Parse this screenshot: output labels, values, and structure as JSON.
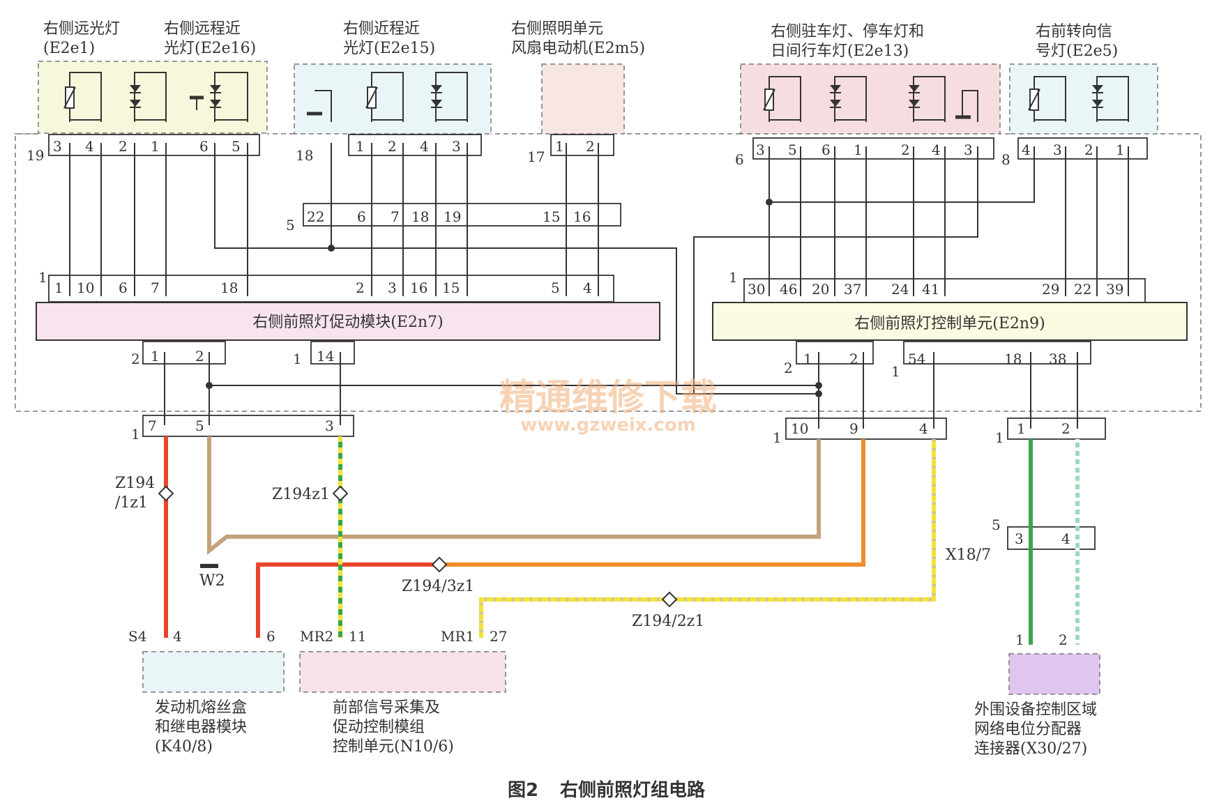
{
  "components": {
    "e2e1": {
      "name": "右侧远光灯",
      "code": "(E2e1)"
    },
    "e2e16": {
      "name": "右侧远程近",
      "code": "光灯(E2e16)"
    },
    "e2e15": {
      "name": "右侧近程近",
      "code": "光灯(E2e15)"
    },
    "e2m5": {
      "name": "右侧照明单元",
      "code": "风扇电动机(E2m5)"
    },
    "e2e13": {
      "name": "右侧驻车灯、停车灯和",
      "code": "日间行车灯(E2e13)"
    },
    "e2e5": {
      "name": "右前转向信",
      "code": "号灯(E2e5)"
    },
    "e2n7": {
      "name": "右侧前照灯促动模块(E2n7)"
    },
    "e2n9": {
      "name": "右侧前照灯控制单元(E2n9)"
    },
    "k40": {
      "line1": "发动机熔丝盒",
      "line2": "和继电器模块",
      "line3": "(K40/8)"
    },
    "n10": {
      "line1": "前部信号采集及",
      "line2": "促动控制模组",
      "line3": "控制单元(N10/6)"
    },
    "x30": {
      "line1": "外围设备控制区域",
      "line2": "网络电位分配器",
      "line3": "连接器(X30/27)"
    }
  },
  "connectors": {
    "c19": {
      "label": "19",
      "pins": [
        "3",
        "4",
        "2",
        "1",
        "6",
        "5"
      ]
    },
    "c18": {
      "label": "18",
      "pins": [
        "1",
        "2",
        "4",
        "3"
      ]
    },
    "c17": {
      "label": "17",
      "pins": [
        "1",
        "2"
      ]
    },
    "c6": {
      "label": "6",
      "pins": [
        "3",
        "5",
        "6",
        "1",
        "2",
        "4",
        "3"
      ]
    },
    "c8": {
      "label": "8",
      "pins": [
        "4",
        "3",
        "2",
        "1"
      ]
    },
    "c5": {
      "label": "5",
      "pins": [
        "22",
        "6",
        "7",
        "18",
        "19",
        "15",
        "16"
      ]
    },
    "e2n7_top": {
      "label": "1",
      "pins": [
        "1",
        "10",
        "6",
        "7",
        "18",
        "2",
        "3",
        "16",
        "15",
        "5",
        "4"
      ]
    },
    "e2n9_top": {
      "label": "1",
      "pins": [
        "30",
        "46",
        "20",
        "37",
        "24",
        "41",
        "29",
        "22",
        "39"
      ]
    },
    "e2n7_b2": {
      "label": "2",
      "pins": [
        "1",
        "2"
      ]
    },
    "e2n7_b1": {
      "label": "1",
      "pins": [
        "14"
      ]
    },
    "e2n9_b2": {
      "label": "2",
      "pins": [
        "1",
        "2"
      ]
    },
    "e2n9_b1": {
      "label": "1",
      "pins": [
        "54",
        "18",
        "38"
      ]
    },
    "bl": {
      "label": "1",
      "pins": [
        "7",
        "5",
        "3"
      ]
    },
    "bm": {
      "label": "1",
      "pins": [
        "10",
        "9",
        "4"
      ]
    },
    "br": {
      "label": "1",
      "pins": [
        "1",
        "2"
      ]
    },
    "x18": {
      "label": "5",
      "pins": [
        "3",
        "4"
      ],
      "name": "X18/7"
    },
    "s4": {
      "label": "S4",
      "pins": [
        "4",
        "6"
      ]
    },
    "mr2": {
      "label": "MR2",
      "pin": "11"
    },
    "mr1": {
      "label": "MR1",
      "pin": "27"
    },
    "x30": {
      "pins": [
        "1",
        "2"
      ]
    }
  },
  "wires": {
    "z194_1z1": {
      "line1": "Z194",
      "line2": "/1z1"
    },
    "z194z1": {
      "label": "Z194z1"
    },
    "z194_3z1": {
      "label": "Z194/3z1"
    },
    "z194_2z1": {
      "label": "Z194/2z1"
    },
    "w2": {
      "label": "W2"
    }
  },
  "colors": {
    "red": "#e8452c",
    "brown": "#c4a27a",
    "orange": "#f08c2a",
    "green": "#3aa64a",
    "yellow": "#f5e23a",
    "green_white": "#9fd8b6",
    "module_pink": "#f7e4ef",
    "module_yellow": "#fbfbe3",
    "box_light_blue": "#eaf5f8",
    "box_pink": "#f6dde0",
    "box_yellow": "#f7f7dc",
    "box_purple": "#e0c6ee"
  },
  "watermark": {
    "line1": "精通维修下载",
    "line2": "www.gzweix.com"
  },
  "caption": {
    "number": "图2",
    "title": "右侧前照灯组电路"
  }
}
